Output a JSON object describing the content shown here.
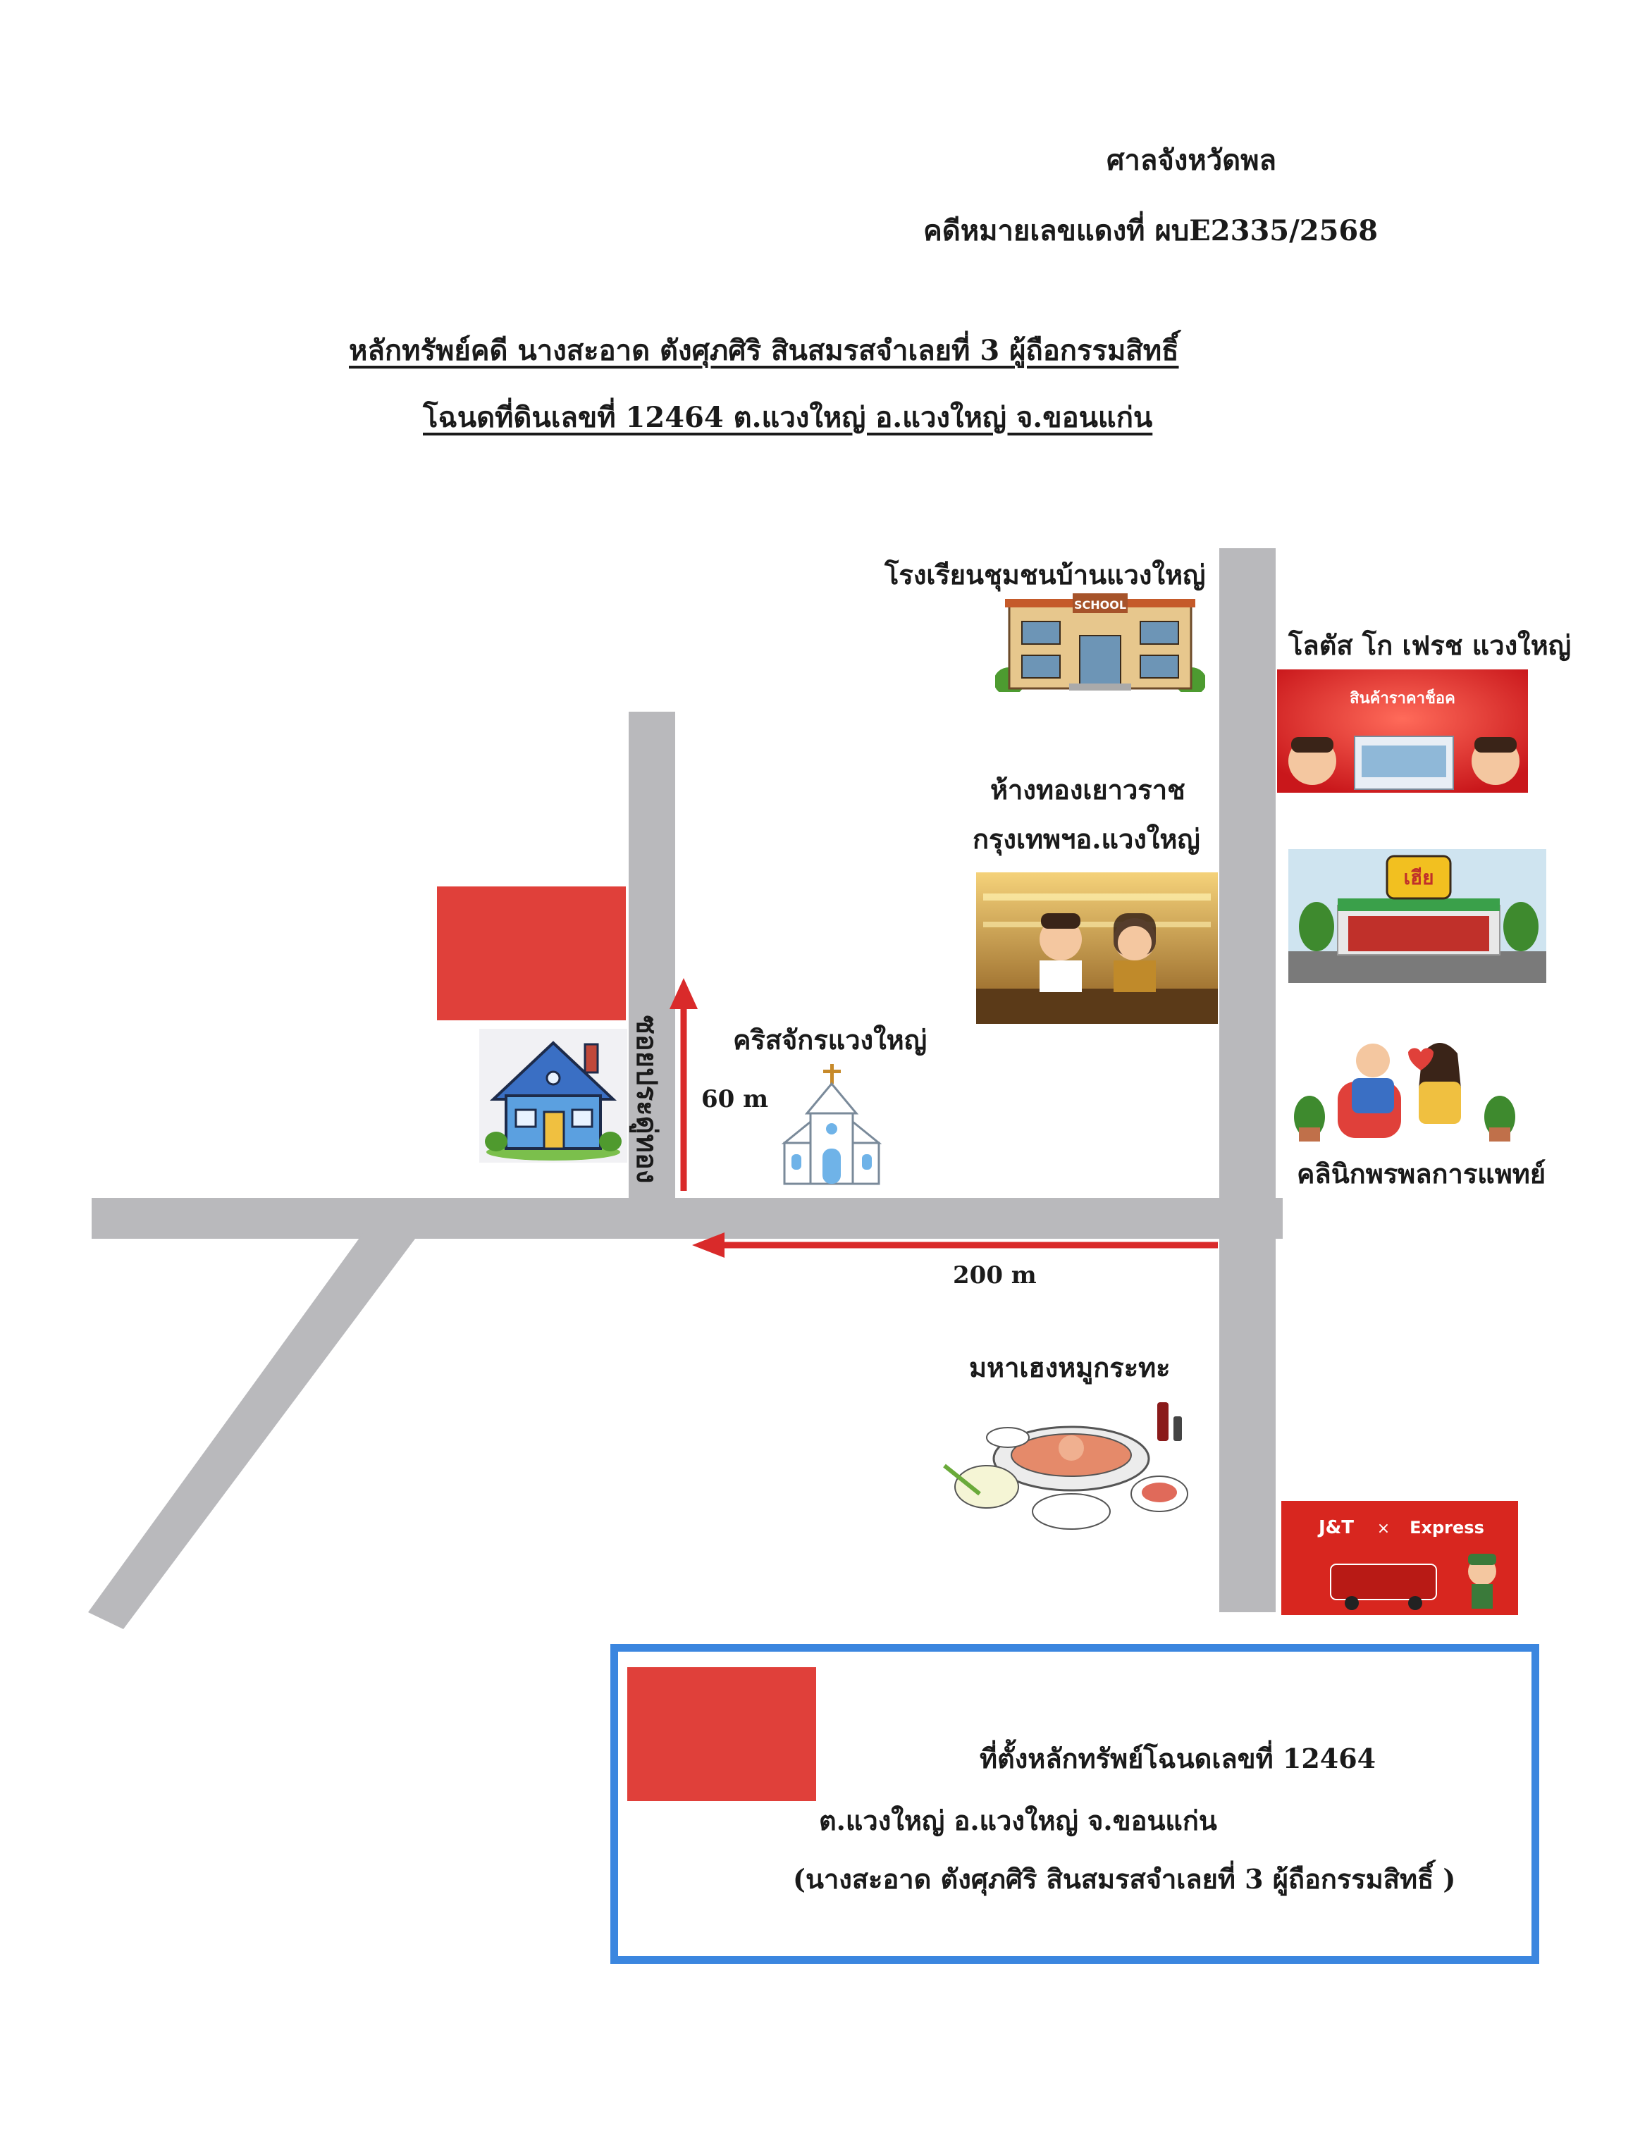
{
  "header": {
    "court": "ศาลจังหวัดพล",
    "case_no": "คดีหมายเลขแดงที่ ผบE2335/2568"
  },
  "title": {
    "line1": "หลักทรัพย์คดี นางสะอาด  ตังศุภศิริ  สินสมรสจำเลยที่ 3 ผู้ถือกรรมสิทธิ์",
    "line2": "โฉนดที่ดินเลขที่  12464 ต.แวงใหญ่  อ.แวงใหญ่  จ.ขอนแก่น"
  },
  "map": {
    "soi_label": "ซอยประดู่ทอง",
    "dist_60": "60 m",
    "dist_200": "200 m",
    "landmarks": {
      "school": "โรงเรียนชุมชนบ้านแวงใหญ่",
      "lotus": "โลตัส โก เฟรช แวงใหญ่",
      "gold_1": "ห้างทองเยาวราช",
      "gold_2": "กรุงเทพฯอ.แวงใหญ่",
      "church": "คริสจักรแวงใหญ่",
      "clinic": "คลินิกพรพลการแพทย์",
      "mookata": "มหาเฮงหมูกระทะ"
    },
    "sign_texts": {
      "school_sign": "SCHOOL",
      "lotus_sign": "สินค้าราคาช็อค",
      "mart_sign": "เฮีย",
      "jt": "J&T",
      "express": "Express"
    }
  },
  "legend": {
    "line1": "ที่ตั้งหลักทรัพย์โฉนดเลขที่ 12464",
    "line2": "ต.แวงใหญ่ อ.แวงใหญ่  จ.ขอนแก่น",
    "line3": "(นางสะอาด  ตังศุภศิริ  สินสมรสจำเลยที่ 3  ผู้ถือกรรมสิทธิ์ )"
  },
  "colors": {
    "plot": "#e0403a",
    "road": "#b9b9bc",
    "arrow": "#d92a2a",
    "legend_border": "#3b86df"
  }
}
